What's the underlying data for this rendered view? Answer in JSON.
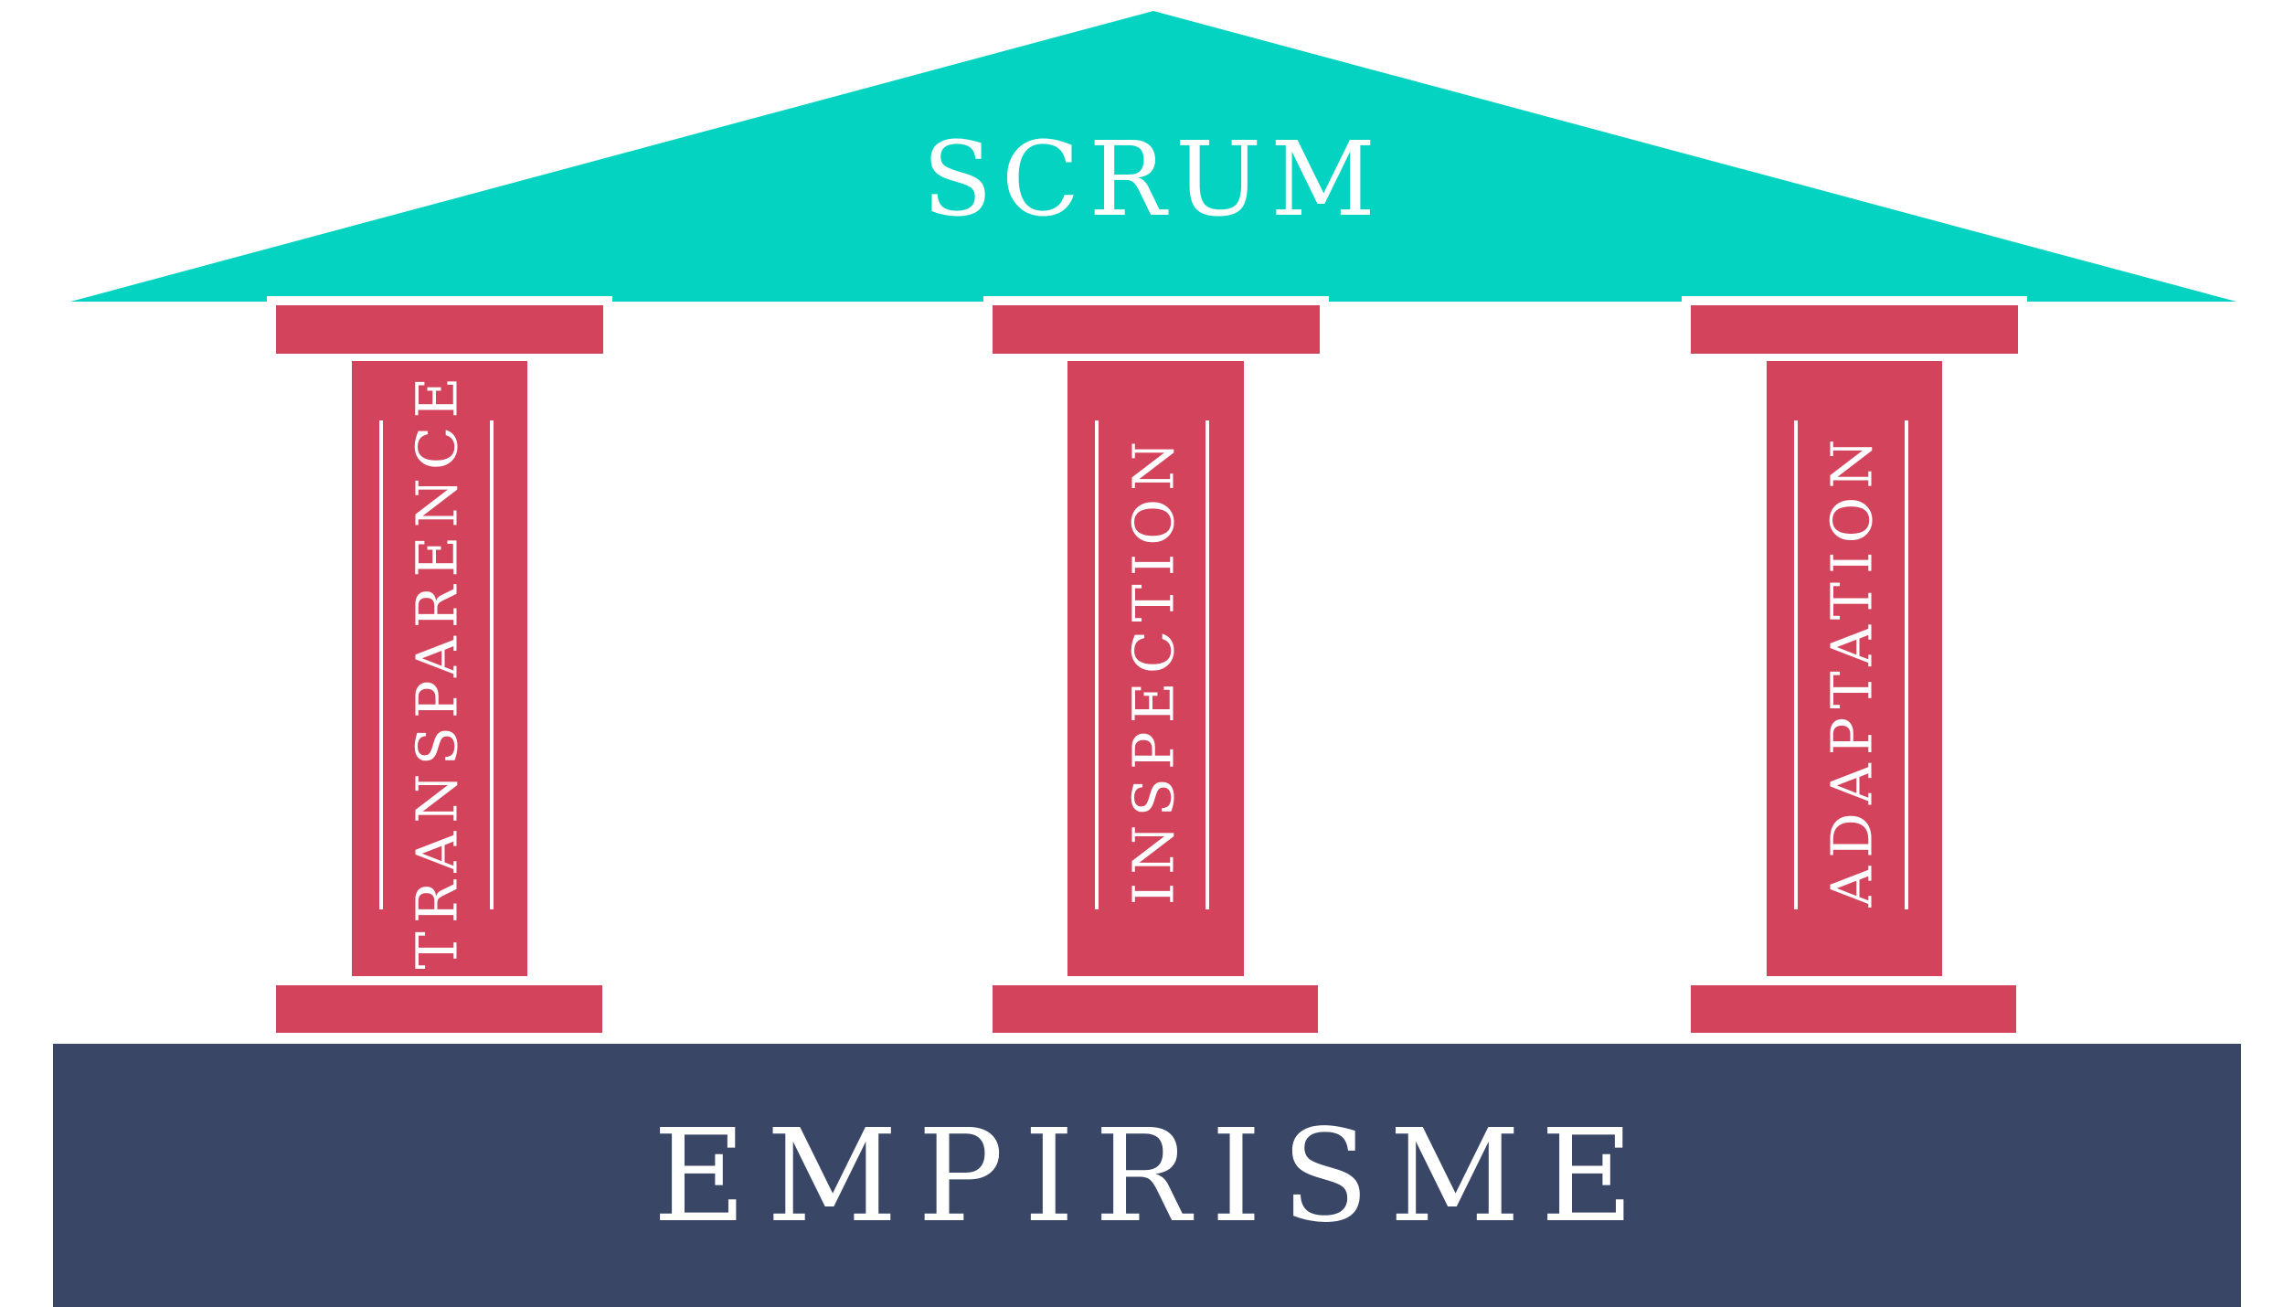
{
  "roof": {
    "title": "SCRUM",
    "color": "#04d3c1"
  },
  "pillars": [
    {
      "label": "TRANSPARENCE"
    },
    {
      "label": "INSPECTION"
    },
    {
      "label": "ADAPTATION"
    }
  ],
  "pillar_color": "#d4435c",
  "foundation": {
    "title": "EMPIRISME",
    "color": "#394665"
  },
  "text_color": "#ffffff"
}
